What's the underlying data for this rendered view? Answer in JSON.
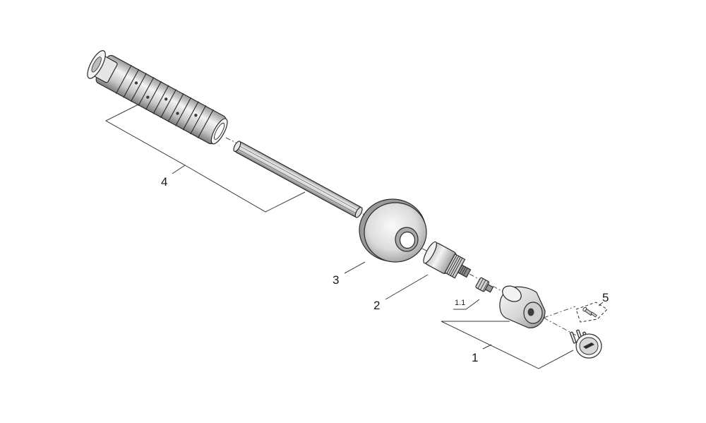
{
  "callouts": {
    "item_1": "1",
    "item_1_1": "1.1",
    "item_2": "2",
    "item_3": "3",
    "item_4": "4",
    "item_5": "5"
  },
  "colors": {
    "ink": "#2a2a2a",
    "part_fill_light": "#f2f2f2",
    "part_fill_mid": "#cfcfcf",
    "part_fill_dark": "#8a8a8a",
    "background": "#ffffff"
  }
}
